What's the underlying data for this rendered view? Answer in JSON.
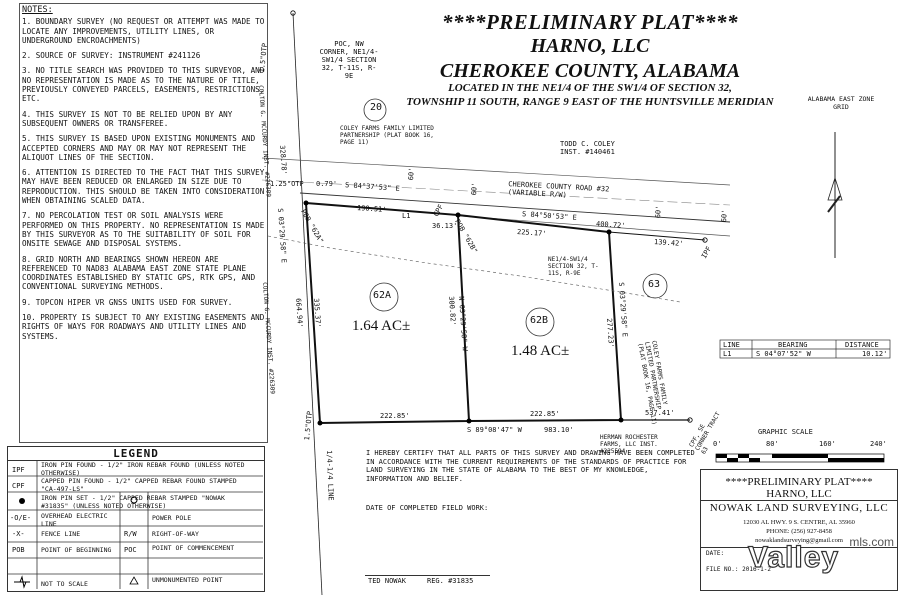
{
  "title": {
    "line1": "****PRELIMINARY PLAT****",
    "line2": "HARNO, LLC",
    "line3": "CHEROKEE COUNTY, ALABAMA",
    "line4": "LOCATED IN THE NE1/4 OF THE SW1/4 OF SECTION 32,",
    "line5": "TOWNSHIP 11 SOUTH, RANGE 9 EAST OF THE HUNTSVILLE MERIDIAN"
  },
  "notes": {
    "heading": "NOTES:",
    "items": [
      "1. BOUNDARY SURVEY (NO REQUEST OR ATTEMPT WAS MADE TO LOCATE ANY IMPROVEMENTS, UTILITY LINES, OR UNDERGROUND ENCROACHMENTS)",
      "2. SOURCE OF SURVEY: INSTRUMENT #241126",
      "3. NO TITLE SEARCH WAS PROVIDED TO THIS SURVEYOR, AND NO REPRESENTATION IS MADE AS TO THE NATURE OF TITLE, PREVIOUSLY CONVEYED PARCELS, EASEMENTS, RESTRICTIONS, ETC.",
      "4. THIS SURVEY IS NOT TO BE RELIED UPON BY ANY SUBSEQUENT OWNERS OR TRANSFEREE.",
      "5. THIS SURVEY IS BASED UPON EXISTING MONUMENTS AND ACCEPTED CORNERS AND MAY OR MAY NOT REPRESENT THE ALIQUOT LINES OF THE SECTION.",
      "6. ATTENTION IS DIRECTED TO THE FACT THAT THIS SURVEY MAY HAVE BEEN REDUCED OR ENLARGED IN SIZE DUE TO REPRODUCTION. THIS SHOULD BE TAKEN INTO CONSIDERATION WHEN OBTAINING SCALED DATA.",
      "7. NO PERCOLATION TEST OR SOIL ANALYSIS WERE PERFORMED ON THIS PROPERTY. NO REPRESENTATION IS MADE BY THIS SURVEYOR AS TO THE SUITABILITY OF SOIL FOR ONSITE SEWAGE AND DISPOSAL SYSTEMS.",
      "8. GRID NORTH AND BEARINGS SHOWN HEREON ARE REFERENCED TO NAD83 ALABAMA EAST ZONE STATE PLANE COORDINATES ESTABLISHED BY STATIC GPS, RTK GPS, AND CONVENTIONAL SURVEYING METHODS.",
      "9. TOPCON HIPER VR GNSS UNITS USED FOR SURVEY.",
      "10. PROPERTY IS SUBJECT TO ANY EXISTING EASEMENTS AND RIGHTS OF WAYS FOR ROADWAYS AND UTILITY LINES AND SYSTEMS."
    ]
  },
  "plat": {
    "poc_label": "POC, NW CORNER, NE1/4-SW1/4 SECTION 32, T-11S, R-9E",
    "lot20": "20",
    "coley_farms": "COLEY FARMS FAMILY LIMITED PARTNERSHIP (PLAT BOOK 16, PAGE 11)",
    "todd_coley": "TODD C. COLEY INST. #140461",
    "road": "CHEROKEE COUNTY ROAD #32 (VARIABLE R/W)",
    "otp_top": "1.5\"OTP",
    "otp_mid": "1.25\"OTP",
    "otp_bot": "1.5\"OTP",
    "d_32878": "328.78'",
    "d_079": "0.79'",
    "brg_top": "S 84°37'53\" E",
    "d_19051": "190.51'",
    "d_60a": "60'",
    "d_60b": "60'",
    "d_60c": "60'",
    "d_60d": "60'",
    "d_60e": "60'",
    "l1": "L1",
    "cpf": "CPF",
    "d_3613": "36.13'",
    "brg_road": "S 84°50'53\" E",
    "d_40072": "400.72'",
    "d_22517": "225.17'",
    "d_13942": "139.42'",
    "ipf": "IPF",
    "pob_62a": "POB \"62A\"",
    "pob_62b": "POB \"62B\"",
    "brg_west": "S 03°29'58\" E",
    "d_66494": "664.94'",
    "d_33537": "335.37'",
    "colton_a": "COLTON G. McCURDY INST. #226309",
    "colton_b": "COLTON G. McCURDY INST. #226309",
    "lot62a": "62A",
    "ac62a": "1.64 AC±",
    "lot62b": "62B",
    "ac62b": "1.48 AC±",
    "lot63": "63",
    "brg_mid": "N 03°29'58\" W",
    "d_30082": "300.82'",
    "brg_east": "S 03°29'58\" E",
    "d_27723": "277.23'",
    "coley_east": "COLEY FARMS FAMILY LIMITED PARTNERSHIP (PLAT BOOK 16, PAGE 11)",
    "ne_sw": "NE1/4-SW1/4 SECTION 32, T-11S, R-9E",
    "brg_south": "S 89°08'47\" W",
    "d_98310": "983.10'",
    "d_22285a": "222.85'",
    "d_22285b": "222.85'",
    "d_53741": "537.41'",
    "cpf_se": "CPF, SE CORNER TRACT 63",
    "herman": "HERMAN ROCHESTER FARMS, LLC INST. #225594",
    "quarter_line": "1/4-1/4 LINE",
    "grid_label": "ALABAMA EAST ZONE GRID",
    "fence_mark": "x"
  },
  "line_table": {
    "headers": [
      "LINE",
      "BEARING",
      "DISTANCE"
    ],
    "rows": [
      [
        "L1",
        "S 04°07'52\" W",
        "10.12'"
      ]
    ]
  },
  "graphic_scale": {
    "label": "GRAPHIC SCALE",
    "ticks": [
      "0'",
      "80'",
      "160'",
      "240'"
    ]
  },
  "legend": {
    "title": "LEGEND",
    "items": [
      {
        "sym": "IPF",
        "desc": "IRON PIN FOUND - 1/2\" IRON REBAR FOUND (UNLESS NOTED OTHERWISE)"
      },
      {
        "sym": "CPF",
        "desc": "CAPPED PIN FOUND - 1/2\" CAPPED REBAR FOUND STAMPED \"CA-497-LS\""
      },
      {
        "sym": "",
        "desc": "IRON PIN SET - 1/2\" CAPPED REBAR STAMPED \"NOWAK #31835\" (UNLESS NOTED OTHERWISE)"
      }
    ],
    "pairs": [
      {
        "s1": "-O/E-",
        "d1": "OVERHEAD ELECTRIC LINE",
        "s2": "",
        "d2": "POWER POLE"
      },
      {
        "s1": "-X-",
        "d1": "FENCE LINE",
        "s2": "R/W",
        "d2": "RIGHT-OF-WAY"
      },
      {
        "s1": "POB",
        "d1": "POINT OF BEGINNING",
        "s2": "POC",
        "d2": "POINT OF COMMENCEMENT"
      },
      {
        "s1": "",
        "d1": "NOT TO SCALE",
        "s2": "",
        "d2": "UNMONUMENTED POINT"
      }
    ]
  },
  "certification": {
    "text": "I HEREBY CERTIFY THAT ALL PARTS OF THIS SURVEY AND DRAWING HAVE BEEN COMPLETED IN ACCORDANCE WITH THE CURRENT REQUIREMENTS OF THE STANDARDS OF PRACTICE FOR LAND SURVEYING IN THE STATE OF ALABAMA TO THE BEST OF MY KNOWLEDGE, INFORMATION AND BELIEF.",
    "date_label": "DATE OF COMPLETED FIELD WORK:",
    "signer": "TED NOWAK     REG. #31835"
  },
  "title_block": {
    "line1": "****PRELIMINARY PLAT****",
    "line2": "HARNO, LLC",
    "line3": "NOWAK LAND SURVEYING, LLC",
    "line4": "12030 AL HWY. 9 S.  CENTRE, AL 35960",
    "line5": "PHONE: (256) 927-8458",
    "line6": "nowaklandsurveying@gmail.com",
    "date_label": "DATE:",
    "file_label": "FILE NO.: 2016-1-2"
  },
  "watermark": {
    "brand": "Valley",
    "suffix": "mls.com"
  }
}
